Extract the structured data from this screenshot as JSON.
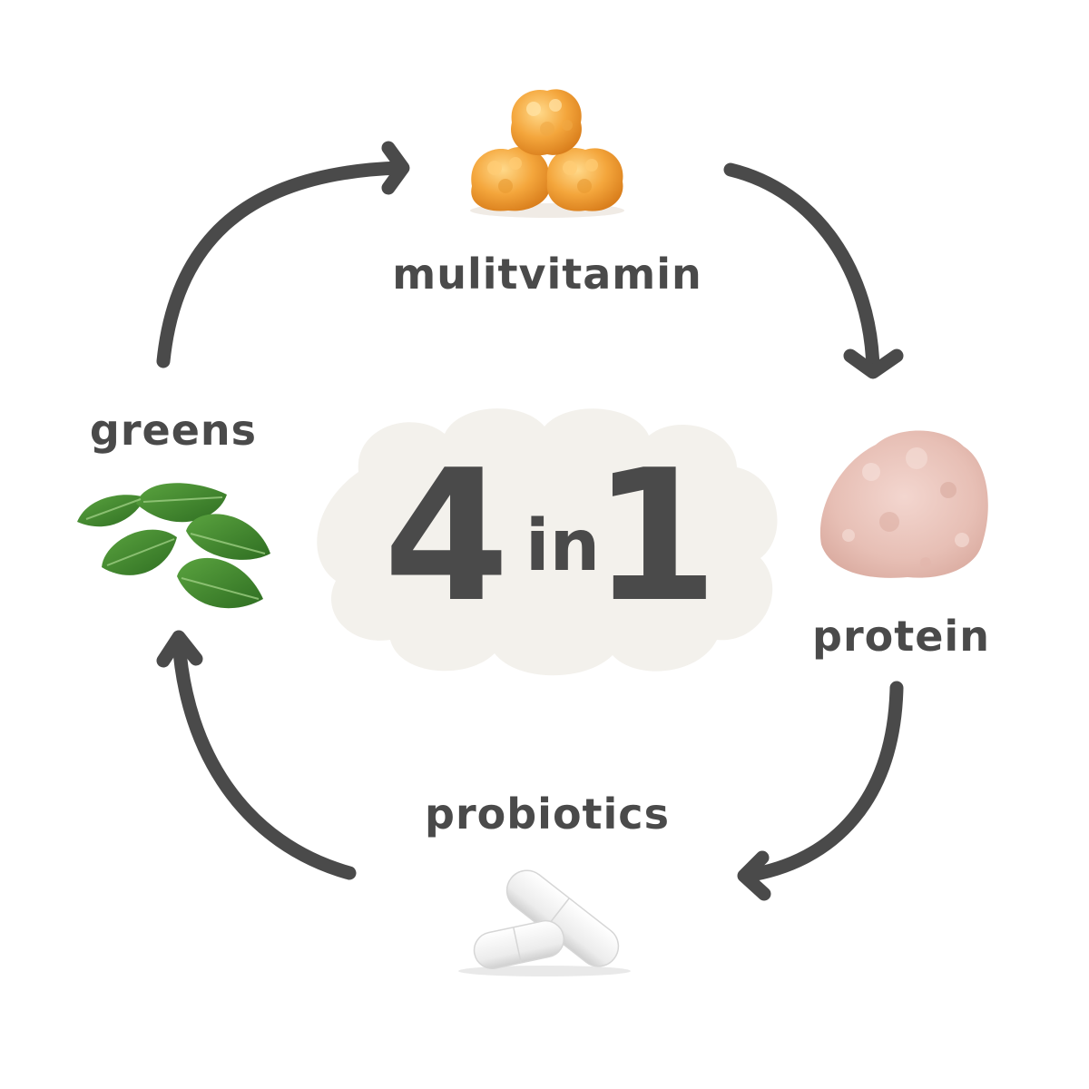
{
  "center": {
    "num_left": "4",
    "word": "in",
    "num_right": "1"
  },
  "items": {
    "top": "mulitvitamin",
    "right": "protein",
    "bottom": "probiotics",
    "left": "greens"
  },
  "icons": {
    "top": "gummy-vitamins-icon",
    "right": "protein-powder-icon",
    "bottom": "capsules-icon",
    "left": "spinach-leaves-icon"
  },
  "colors": {
    "text": "#4a4a4a",
    "arrow": "#4a4a4a",
    "cloud": "#f3f1ec",
    "gummy": "#f2a33a",
    "powder": "#eac6bd",
    "leaf": "#3f8a2e",
    "capsule": "#f4f4f4"
  }
}
